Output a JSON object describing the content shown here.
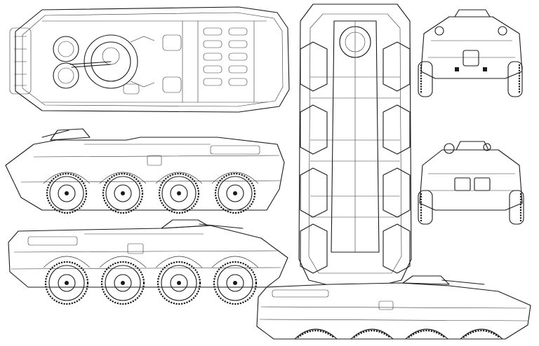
{
  "drawing": {
    "views": [
      {
        "id": "top",
        "name": "top-view"
      },
      {
        "id": "left",
        "name": "left-side-view"
      },
      {
        "id": "right",
        "name": "right-side-view"
      },
      {
        "id": "bottom",
        "name": "bottom-view"
      },
      {
        "id": "front",
        "name": "front-view"
      },
      {
        "id": "rear",
        "name": "rear-view"
      },
      {
        "id": "perspective",
        "name": "side-view-tilted"
      }
    ],
    "wheels_per_side": 4,
    "line_color": "#1a1a1a",
    "background": "#ffffff",
    "caption": ""
  }
}
